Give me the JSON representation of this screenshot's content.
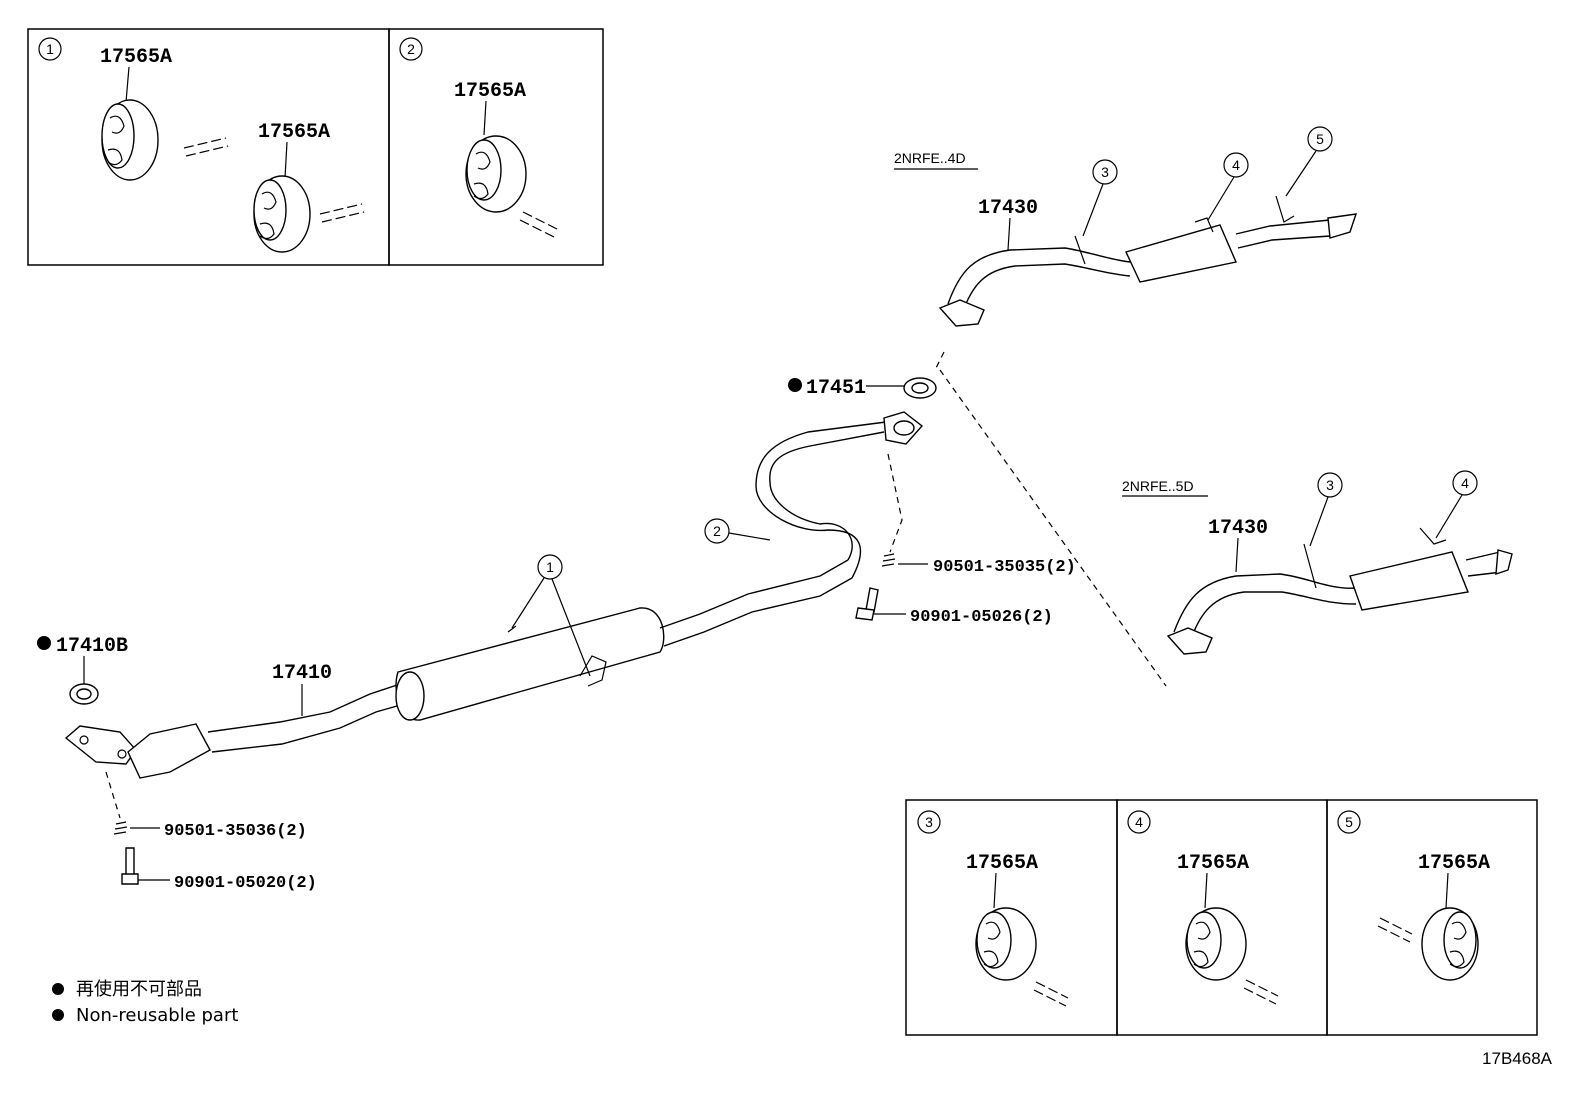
{
  "variants": {
    "four_door": "2NRFE..4D",
    "five_door": "2NRFE..5D"
  },
  "parts": {
    "front_pipe": "17410",
    "front_gasket": "17410B",
    "center_gasket": "17451",
    "tail_pipe_4d": "17430",
    "tail_pipe_5d": "17430",
    "spring_front": "90501-35036(2)",
    "bolt_front": "90901-05020(2)",
    "spring_center": "90501-35035(2)",
    "bolt_center": "90901-05026(2)"
  },
  "callouts": [
    "1",
    "2",
    "3",
    "4",
    "5"
  ],
  "detail_boxes": {
    "box1": {
      "number": "1",
      "labels": [
        "17565A",
        "17565A"
      ]
    },
    "box2": {
      "number": "2",
      "labels": [
        "17565A"
      ]
    },
    "box3": {
      "number": "3",
      "labels": [
        "17565A"
      ]
    },
    "box4": {
      "number": "4",
      "labels": [
        "17565A"
      ]
    },
    "box5": {
      "number": "5",
      "labels": [
        "17565A"
      ]
    }
  },
  "legend": {
    "line_jp": "再使用不可部品",
    "line_en": "Non-reusable part"
  },
  "diagram_code": "17B468A"
}
